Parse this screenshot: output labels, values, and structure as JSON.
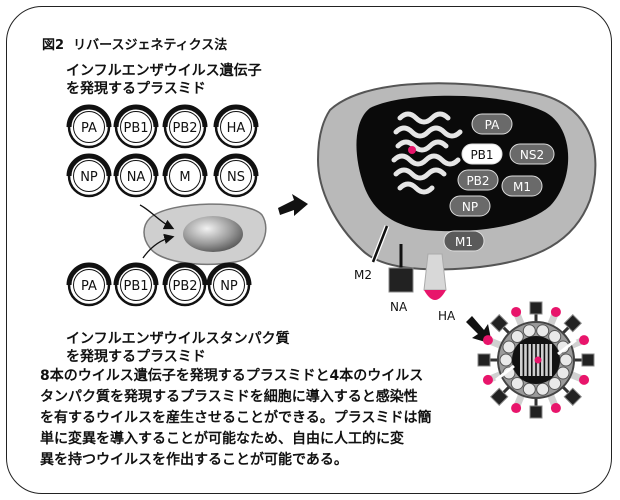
{
  "title": "図2  リバースジェネティクス法",
  "top_caption": [
    "インフルエンザウイルス遺伝子",
    "を発現するプラスミド"
  ],
  "gene_plasmids_row1": [
    "PA",
    "PB1",
    "PB2",
    "HA"
  ],
  "gene_plasmids_row2": [
    "NP",
    "NA",
    "M",
    "NS"
  ],
  "protein_plasmids": [
    "PA",
    "PB1",
    "PB2",
    "NP"
  ],
  "bottom_caption": [
    "インフルエンザウイルスタンパク質",
    "を発現するプラスミド"
  ],
  "nucleus_proteins": [
    "PA",
    "PB1",
    "NS2",
    "PB2",
    "M1",
    "NP"
  ],
  "membrane_m1": "M1",
  "surface_labels": [
    "M2",
    "NA",
    "HA"
  ],
  "description": [
    "8本のウイルス遺伝子を発現するプラスミドと4本のウイルス",
    "タンパク質を発現するプラスミドを細胞に導入すると感染性",
    "を有するウイルスを産生させることができる。プラスミドは簡",
    "単に変異を導入することが可能なため、自由に人工的に変",
    "異を持つウイルスを作出することが可能である。"
  ],
  "colors": {
    "pink": "#e8156b",
    "dark": "#111111",
    "gray": "#c4c4c4"
  }
}
